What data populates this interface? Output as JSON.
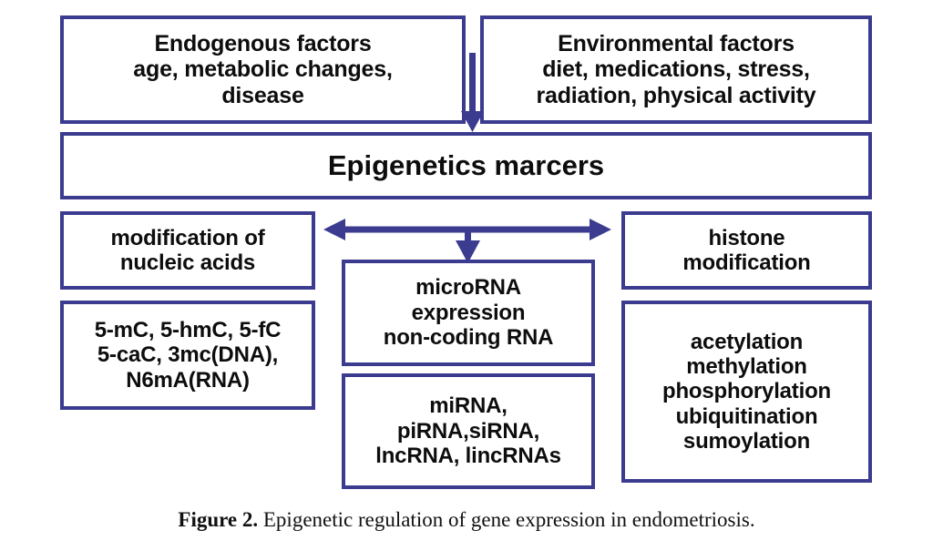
{
  "figure": {
    "caption_label": "Figure 2.",
    "caption_text": "Epigenetic regulation of gene expression in endometriosis.",
    "border_color": "#3b3b8f",
    "text_color": "#0d0d0d",
    "background_color": "#ffffff"
  },
  "diagram": {
    "type": "flowchart",
    "nodes": {
      "endogenous": {
        "lines": [
          "Endogenous factors",
          "age, metabolic changes,",
          "disease"
        ],
        "text": "Endogenous factors\nage, metabolic changes,\ndisease"
      },
      "environmental": {
        "lines": [
          "Environmental factors",
          "diet, medications, stress,",
          "radiation, physical activity"
        ],
        "text": "Environmental factors\ndiet, medications, stress,\nradiation, physical activity"
      },
      "epigenetics": {
        "lines": [
          "Epigenetics marcers"
        ],
        "text": "Epigenetics marcers"
      },
      "modification": {
        "lines": [
          "modification of",
          "nucleic acids"
        ],
        "text": "modification of\nnucleic acids"
      },
      "marks": {
        "lines": [
          "5-mC, 5-hmC, 5-fC",
          "5-caC, 3mc(DNA),",
          "N6mA(RNA)"
        ],
        "text": "5-mC, 5-hmC, 5-fC\n5-caC, 3mc(DNA),\nN6mA(RNA)"
      },
      "microrna": {
        "lines": [
          "microRNA",
          "expression",
          "non-coding RNA"
        ],
        "text": "microRNA\nexpression\nnon-coding RNA"
      },
      "rnatypes": {
        "lines": [
          "miRNA,",
          "piRNA,siRNA,",
          "lncRNA, lincRNAs"
        ],
        "text": "miRNA,\npiRNA,siRNA,\nlncRNA, lincRNAs"
      },
      "histone": {
        "lines": [
          "histone",
          "modification"
        ],
        "text": "histone\nmodification"
      },
      "histone_types": {
        "lines": [
          "acetylation",
          "methylation",
          "phosphorylation",
          "ubiquitination",
          "sumoylation"
        ],
        "text": "acetylation\nmethylation\nphosphorylation\nubiquitination\nsumoylation"
      }
    },
    "connectors": [
      {
        "name": "factors-to-epigenetics-arrow",
        "from": [
          "endogenous",
          "environmental"
        ],
        "to": "epigenetics",
        "direction": "down"
      },
      {
        "name": "epigenetics-branch-left-arrow",
        "from": "epigenetics",
        "to": "modification",
        "direction": "left"
      },
      {
        "name": "epigenetics-branch-right-arrow",
        "from": "epigenetics",
        "to": "histone",
        "direction": "right"
      },
      {
        "name": "epigenetics-branch-down-arrow",
        "from": "epigenetics",
        "to": "microrna",
        "direction": "down"
      }
    ]
  }
}
